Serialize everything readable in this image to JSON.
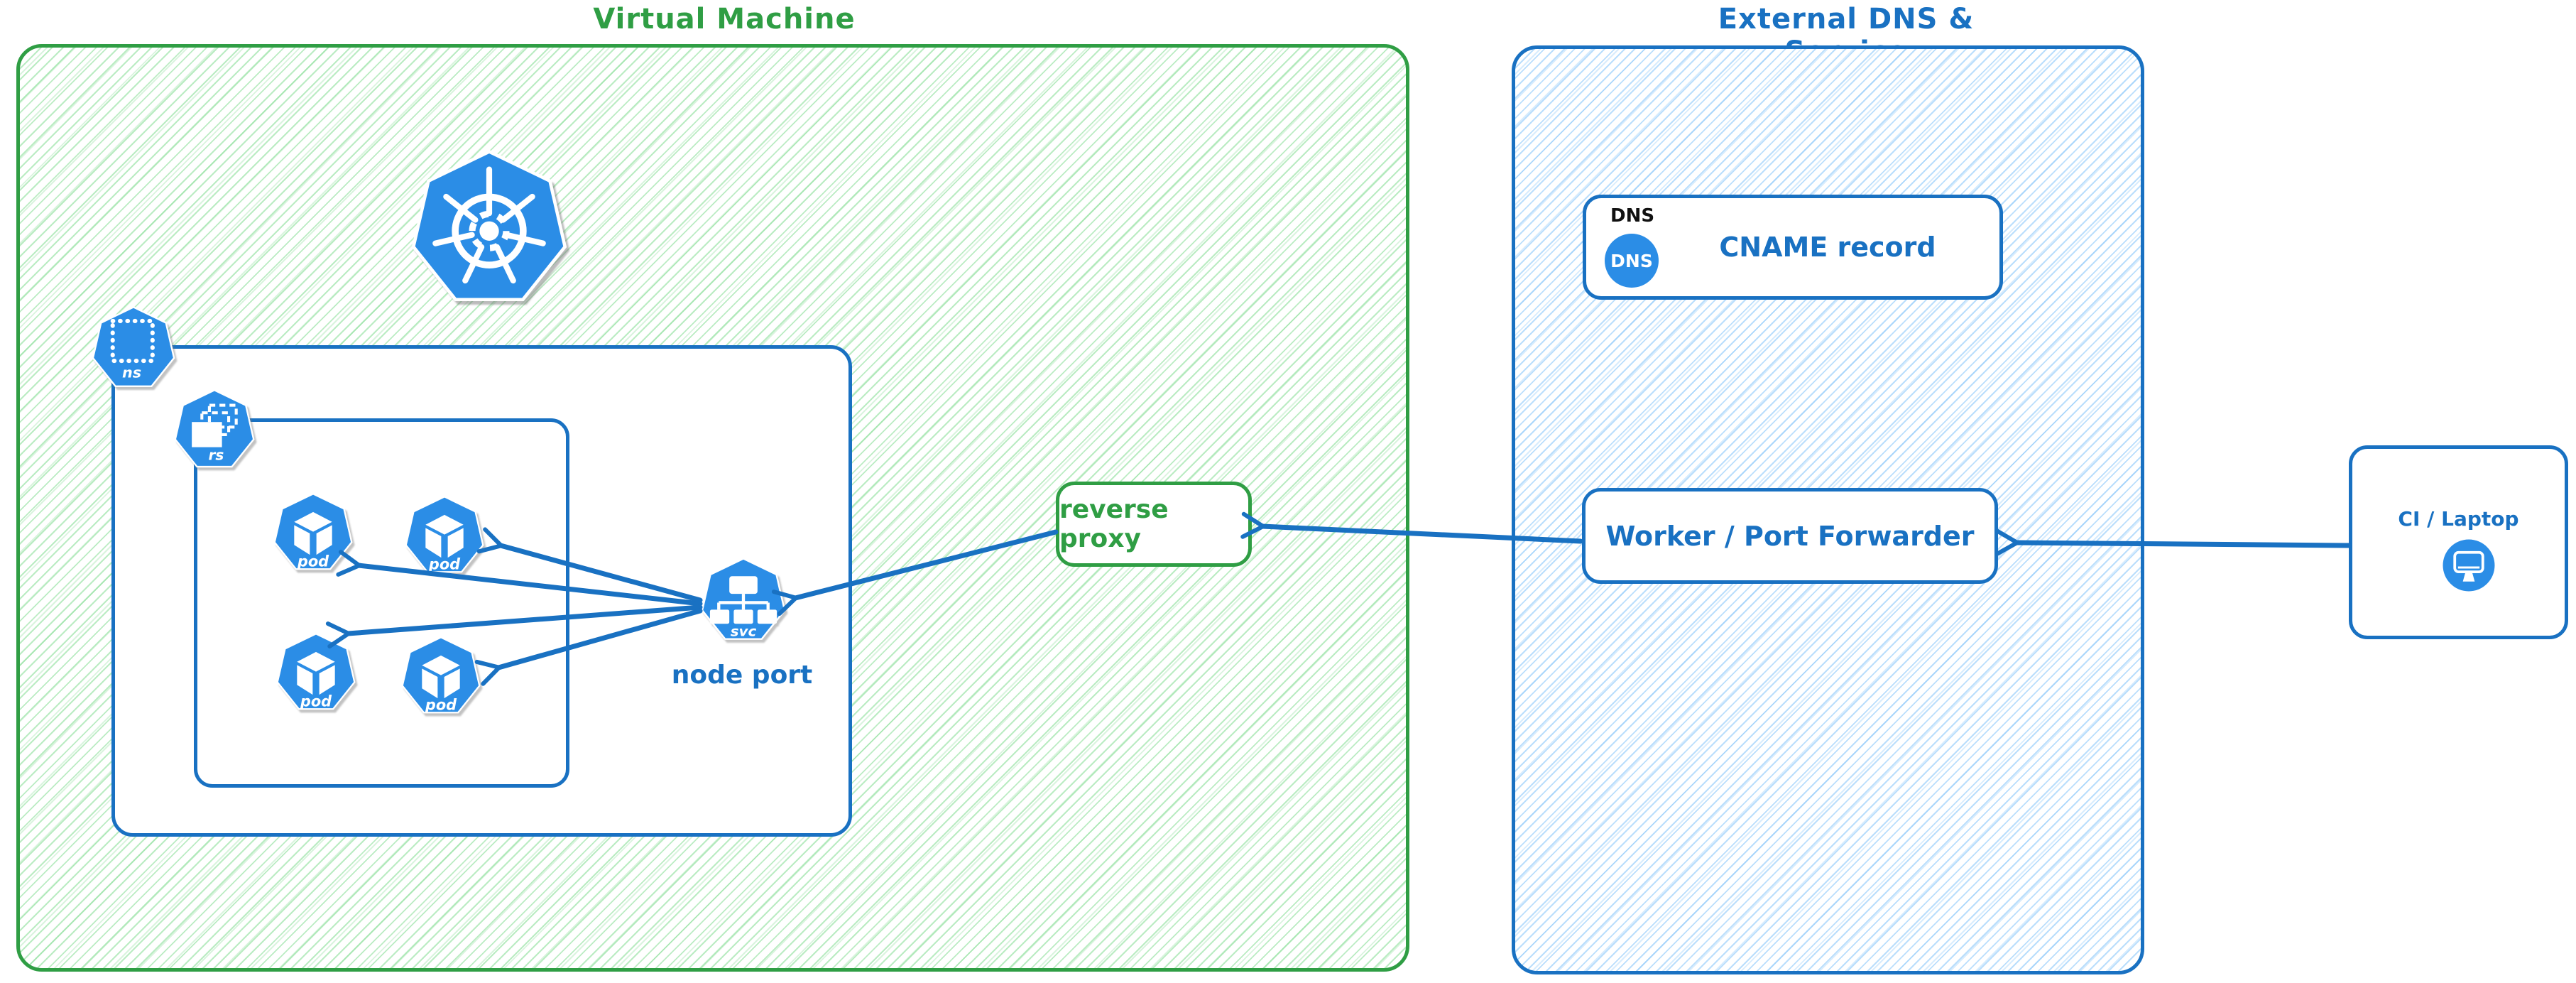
{
  "vm": {
    "title": "Virtual Machine",
    "namespace_icon_label": "ns",
    "replicaset_icon_label": "rs",
    "pod_icon_labels": [
      "pod",
      "pod",
      "pod",
      "pod"
    ],
    "service_icon_label": "svc",
    "node_port_label": "node port",
    "reverse_proxy_label": "reverse proxy"
  },
  "external": {
    "title": "External DNS & Service",
    "dns_record": {
      "tag": "DNS",
      "icon_label": "DNS",
      "label": "CNAME record"
    },
    "worker_label": "Worker / Port Forwarder"
  },
  "client": {
    "label": "CI / Laptop"
  },
  "colors": {
    "vm_green_stroke": "#2f9e44",
    "blue_stroke": "#1971c2",
    "icon_blue": "#2b8de6",
    "green_hatch": "#82dc91",
    "blue_hatch": "#8cc8fa",
    "dns_tag_text": "#111111"
  }
}
